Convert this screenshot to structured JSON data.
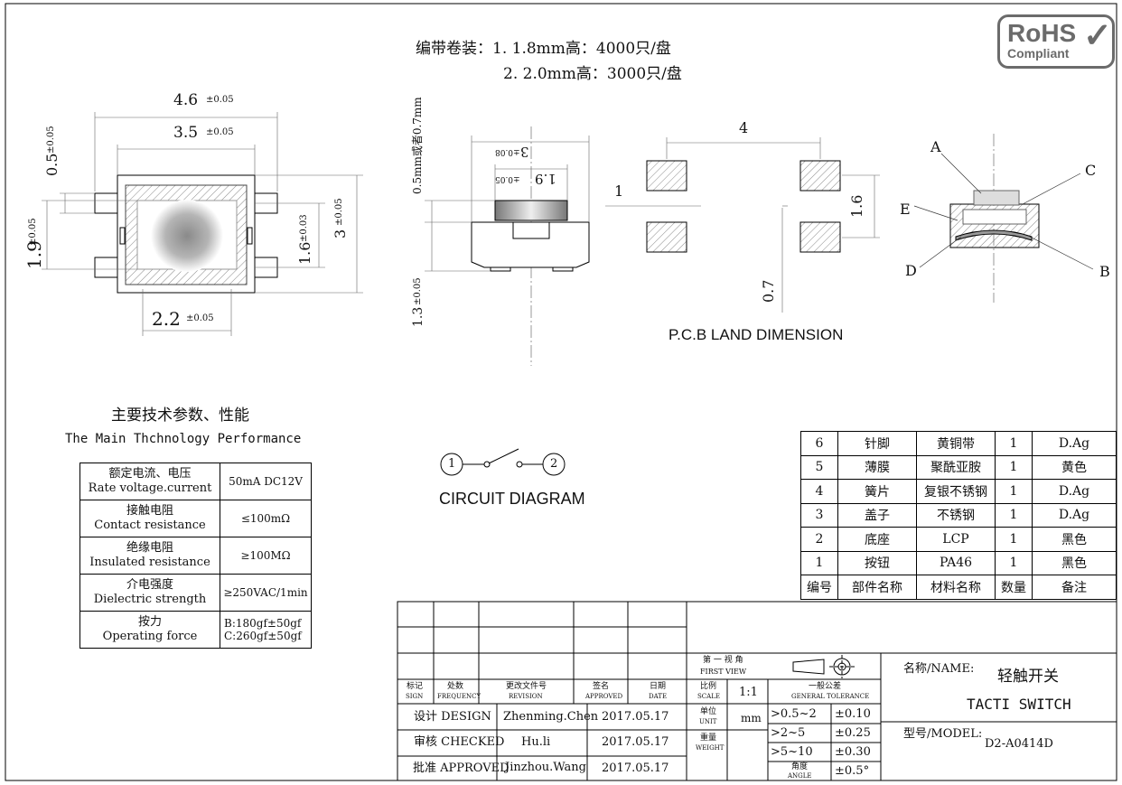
{
  "packaging": {
    "line1": "编带卷装：1.   1.8mm高：4000只/盘",
    "line2": "2.   2.0mm高：3000只/盘"
  },
  "rohs": {
    "top": "RoHS",
    "bottom": "Compliant"
  },
  "top_view_dims": {
    "w_outer": "4.6",
    "w_outer_tol": "±0.05",
    "w_inner": "3.5",
    "w_inner_tol": "±0.05",
    "bottom": "2.2",
    "bottom_tol": "±0.05",
    "left_small": "0.5",
    "left_small_tol": "±0.05",
    "left_big": "1.9",
    "left_big_tol": "±0.05",
    "right_mid": "1.6",
    "right_mid_tol": "±0.03",
    "right_big": "3",
    "right_big_tol": "±0.05"
  },
  "side_view_dims": {
    "width3": "3",
    "width3_tol": "±0.08",
    "width19": "1.9",
    "width19_tol": "±0.05",
    "height_note": "0.5mm或者0.7mm",
    "height13": "1.3",
    "height13_tol": "±0.05"
  },
  "pcb": {
    "title": "P.C.B LAND DIMENSION",
    "dim4": "4",
    "dim1": "1",
    "dim16": "1.6",
    "dim07": "0.7"
  },
  "section_labels": [
    "A",
    "C",
    "E",
    "D",
    "B"
  ],
  "circuit": {
    "title": "CIRCUIT DIAGRAM",
    "pin1": "1",
    "pin2": "2"
  },
  "performance": {
    "title_cn": "主要技术参数、性能",
    "title_en": "The Main Thchnology Performance",
    "rows": [
      {
        "cn": "额定电流、电压",
        "en": "Rate voltage.current",
        "value": "50mA DC12V"
      },
      {
        "cn": "接触电阻",
        "en": "Contact resistance",
        "value": "≤100mΩ"
      },
      {
        "cn": "绝缘电阻",
        "en": "Insulated resistance",
        "value": "≥100MΩ"
      },
      {
        "cn": "介电强度",
        "en": "Dielectric strength",
        "value": "≥250VAC/1min"
      },
      {
        "cn": "按力",
        "en": "Operating force",
        "value": "B:180gf±50gf",
        "value2": "C:260gf±50gf"
      }
    ]
  },
  "bom": {
    "rows": [
      {
        "no": "6",
        "part": "针脚",
        "material": "黄铜带",
        "qty": "1",
        "note": "D.Ag"
      },
      {
        "no": "5",
        "part": "薄膜",
        "material": "聚酰亚胺",
        "qty": "1",
        "note": "黄色"
      },
      {
        "no": "4",
        "part": "簧片",
        "material": "复银不锈钢",
        "qty": "1",
        "note": "D.Ag"
      },
      {
        "no": "3",
        "part": "盖子",
        "material": "不锈钢",
        "qty": "1",
        "note": "D.Ag"
      },
      {
        "no": "2",
        "part": "底座",
        "material": "LCP",
        "qty": "1",
        "note": "黑色"
      },
      {
        "no": "1",
        "part": "按钮",
        "material": "PA46",
        "qty": "1",
        "note": "黑色"
      }
    ],
    "header": {
      "no": "编号",
      "part": "部件名称",
      "material": "材料名称",
      "qty": "数量",
      "note": "备注"
    }
  },
  "title_block": {
    "rev_headers": [
      {
        "cn": "标记",
        "en": "SIGN"
      },
      {
        "cn": "处数",
        "en": "FREQUENCY"
      },
      {
        "cn": "更改文件号",
        "en": "REVISION"
      },
      {
        "cn": "签名",
        "en": "APPROVED"
      },
      {
        "cn": "日期",
        "en": "DATE"
      }
    ],
    "design_label": "设计 DESIGN",
    "design_name": "Zhenming.Chen",
    "design_date": "2017.05.17",
    "checked_label": "审核 CHECKED",
    "checked_name": "Hu.li",
    "checked_date": "2017.05.17",
    "approved_label": "批准 APPROVED",
    "approved_name": "Jinzhou.Wang",
    "approved_date": "2017.05.17",
    "first_view_cn": "第 一 视 角",
    "first_view_en": "FIRST VIEW",
    "scale_cn": "比例",
    "scale_en": "SCALE",
    "scale_val": "1:1",
    "unit_cn": "单位",
    "unit_en": "UNIT",
    "unit_val": "mm",
    "weight_cn": "重量",
    "weight_en": "WEIGHT",
    "tol_cn": "一般公差",
    "tol_en": "GENERAL TOLERANCE",
    "tol_rows": [
      {
        "range": ">0.5~2",
        "tol": "±0.10"
      },
      {
        "range": ">2~5",
        "tol": "±0.25"
      },
      {
        "range": ">5~10",
        "tol": "±0.30"
      },
      {
        "range": "角度",
        "range2": "ANGLE",
        "tol": "±0.5°"
      }
    ],
    "name_label": "名称/NAME:",
    "name_cn": "轻触开关",
    "name_en": "TACTI  SWITCH",
    "model_label": "型号/MODEL:",
    "model_val": "D2-A0414D"
  }
}
